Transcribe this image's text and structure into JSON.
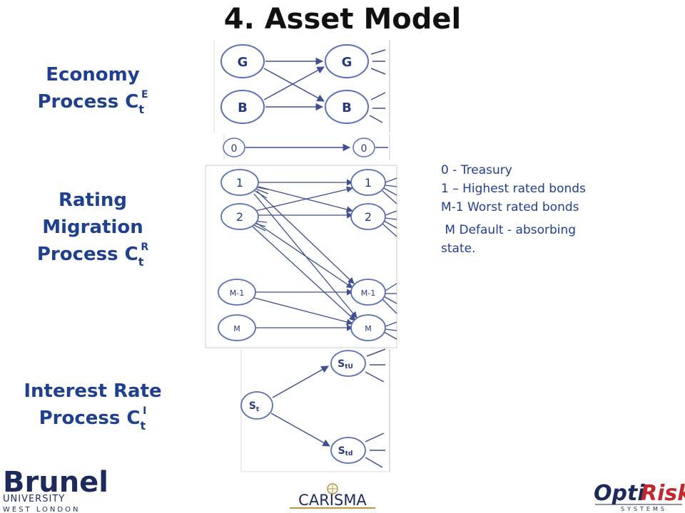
{
  "slide": {
    "title": "4. Asset Model"
  },
  "processes": {
    "economy": {
      "line1": "Economy",
      "line2": "Process C",
      "sub": "t",
      "sup": "E"
    },
    "rating": {
      "line1": "Rating",
      "line2": "Migration",
      "line3": "Process C",
      "sub": "t",
      "sup": "R"
    },
    "interest": {
      "line1": "Interest Rate",
      "line2": "Process C",
      "sub": "t",
      "sup": "I"
    }
  },
  "diagram": {
    "economy_nodes": {
      "g_left": "G",
      "b_left": "B",
      "g_right": "G",
      "b_right": "B"
    },
    "treasury_nodes": {
      "left": "0",
      "right": "0"
    },
    "rating_nodes": {
      "r1_left": "1",
      "r2_left": "2",
      "rm1_left": "M-1",
      "rm_left": "M",
      "r1_right": "1",
      "r2_right": "2",
      "rm1_right": "M-1",
      "rm_right": "M"
    },
    "interest_nodes": {
      "root": "S",
      "root_sub": "t",
      "up": "S",
      "up_sub": "tU",
      "down": "S",
      "down_sub": "td"
    }
  },
  "legend": {
    "line1": "0 - Treasury",
    "line2": "1 – Highest rated bonds",
    "line3": "M-1 Worst rated bonds",
    "line4": " M Default - absorbing",
    "line5": "state."
  },
  "logos": {
    "brunel_name": "Brunel",
    "brunel_univ": "UNIVERSITY",
    "brunel_city": "WEST LONDON",
    "carisma": "CARISMA",
    "optirisk_opti": "Opti",
    "optirisk_risk": "Risk",
    "optirisk_systems": "SYSTEMS"
  },
  "colors": {
    "label_blue": "#1f3f8f",
    "node_stroke": "#5b6fb5",
    "edge": "#3f4f8f",
    "optirisk_red": "#c1272d"
  }
}
